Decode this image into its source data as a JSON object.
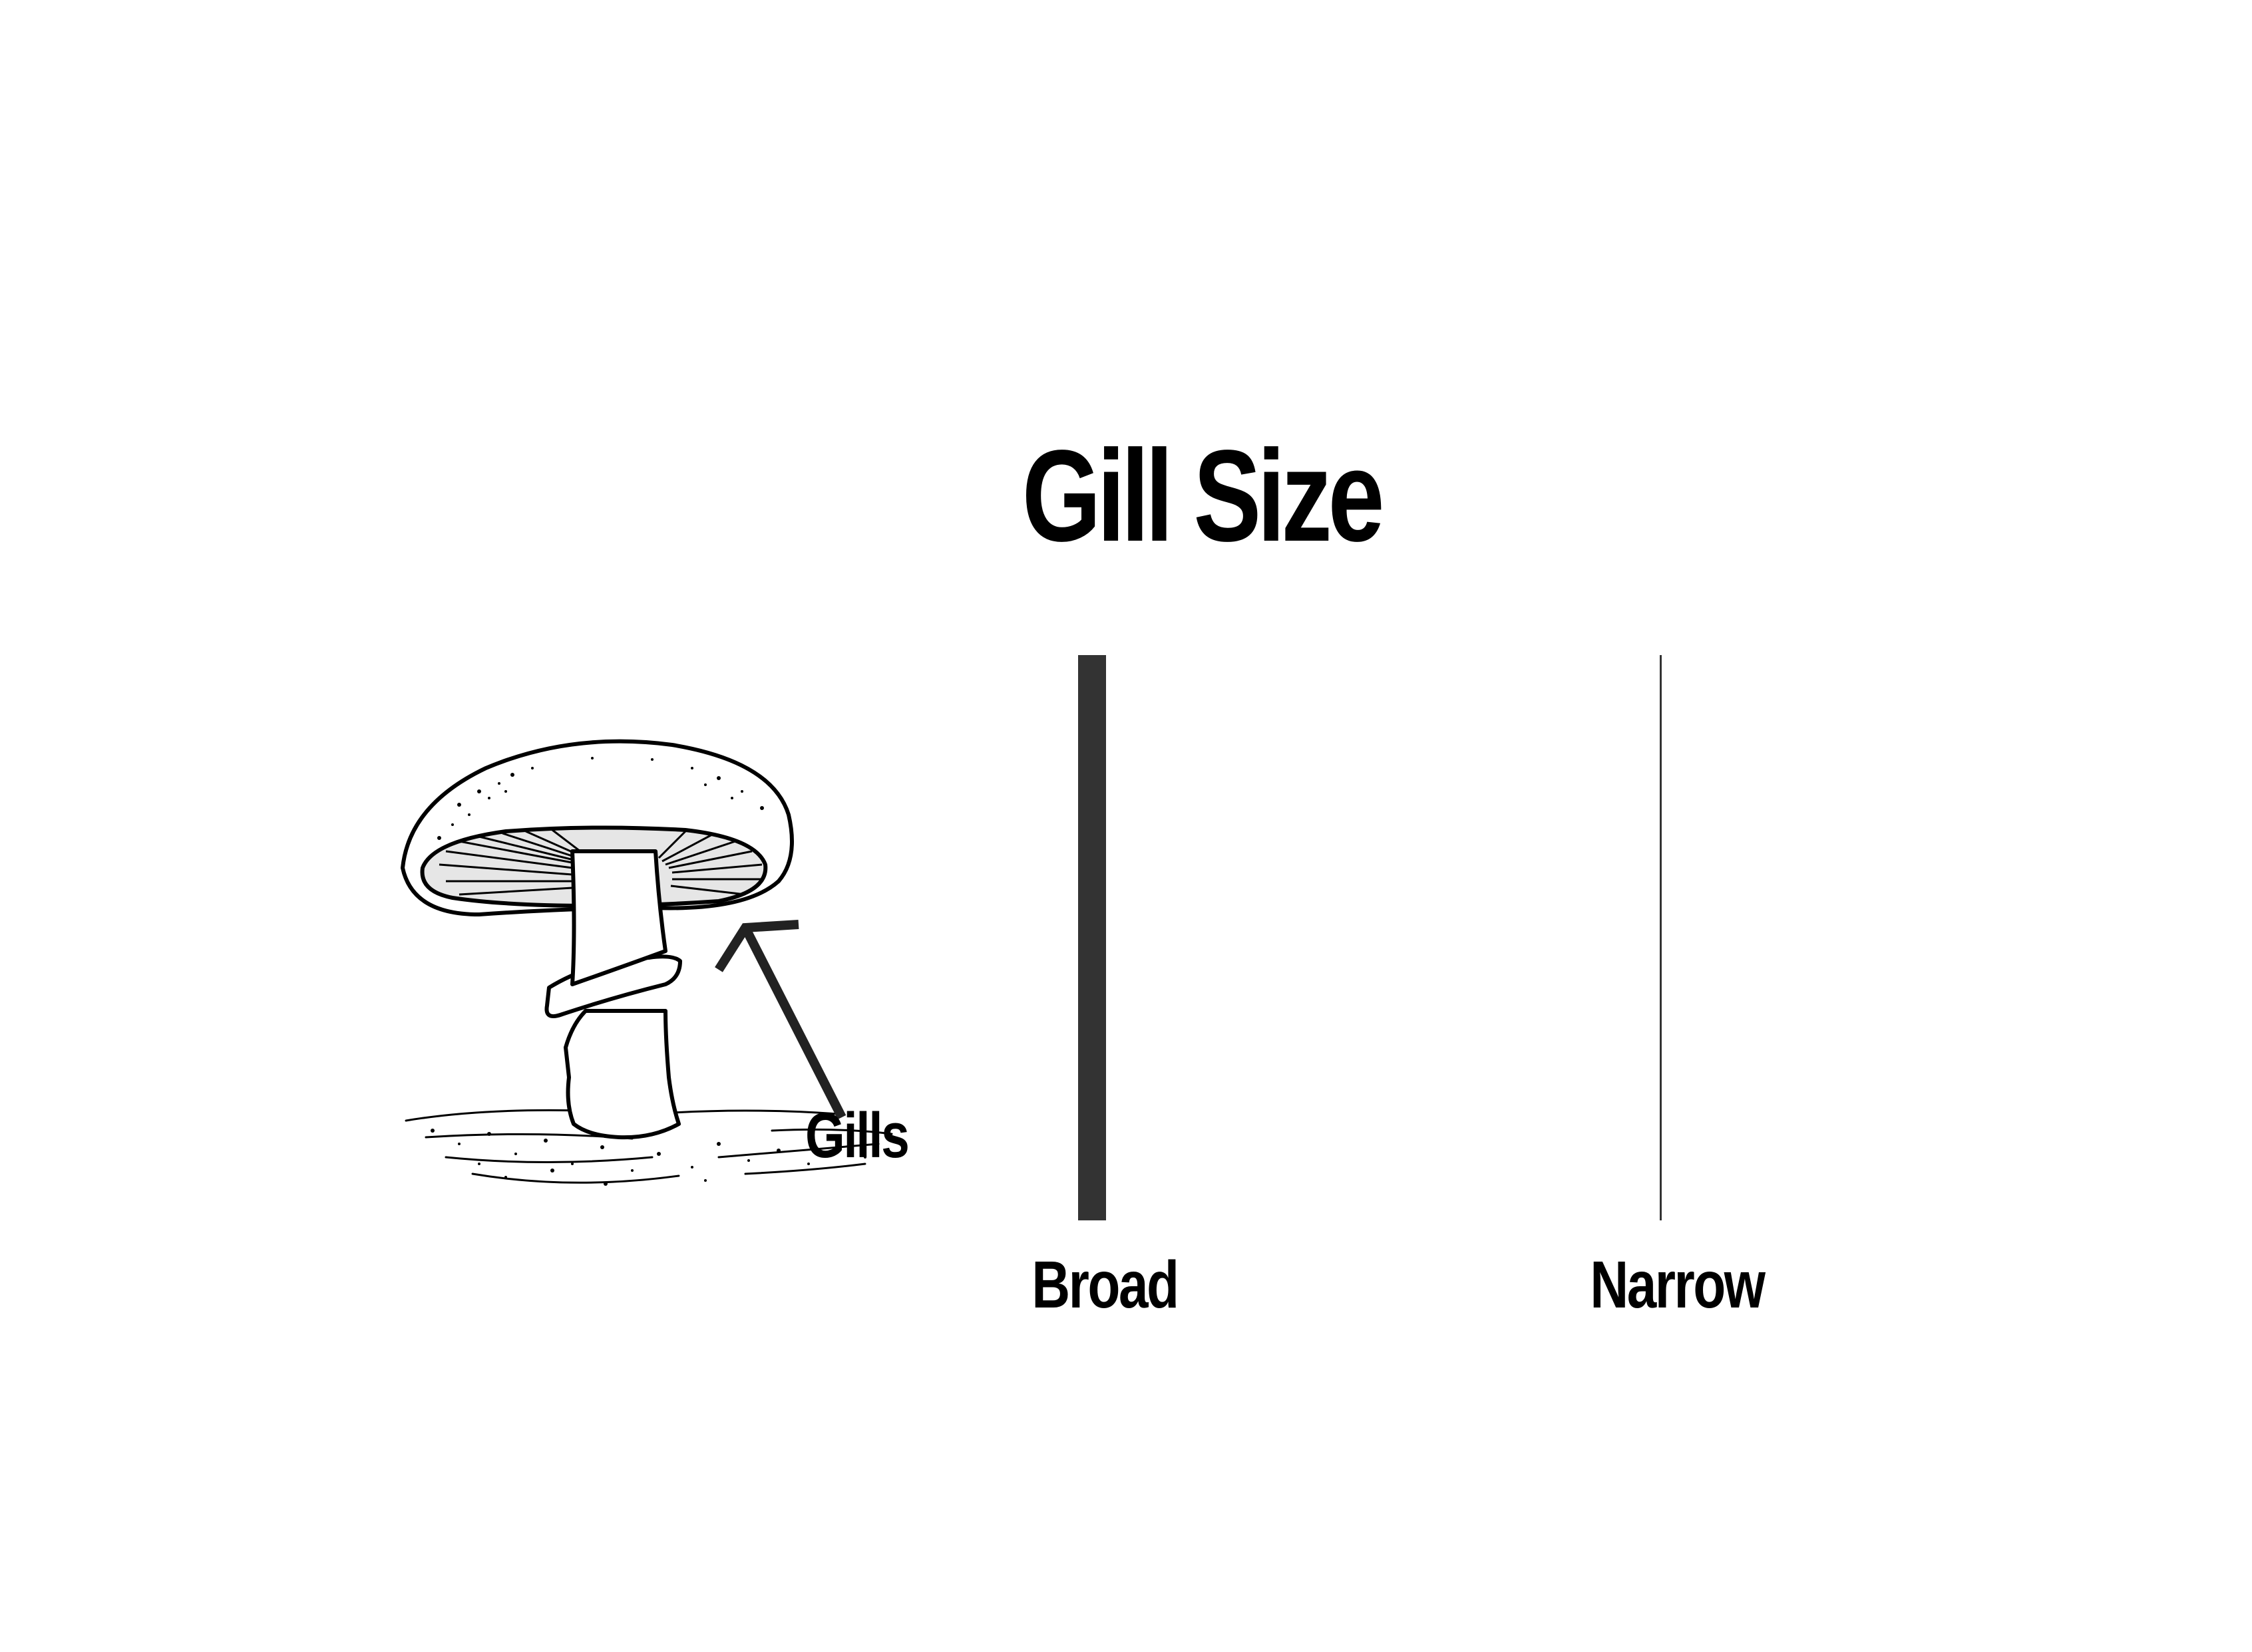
{
  "title": "Gill Size",
  "illustration": {
    "pointer_label": "Gills",
    "icon": "mushroom-illustration"
  },
  "comparison": {
    "bar_color": "#333333",
    "items": [
      {
        "label": "Broad"
      },
      {
        "label": "Narrow"
      }
    ]
  }
}
